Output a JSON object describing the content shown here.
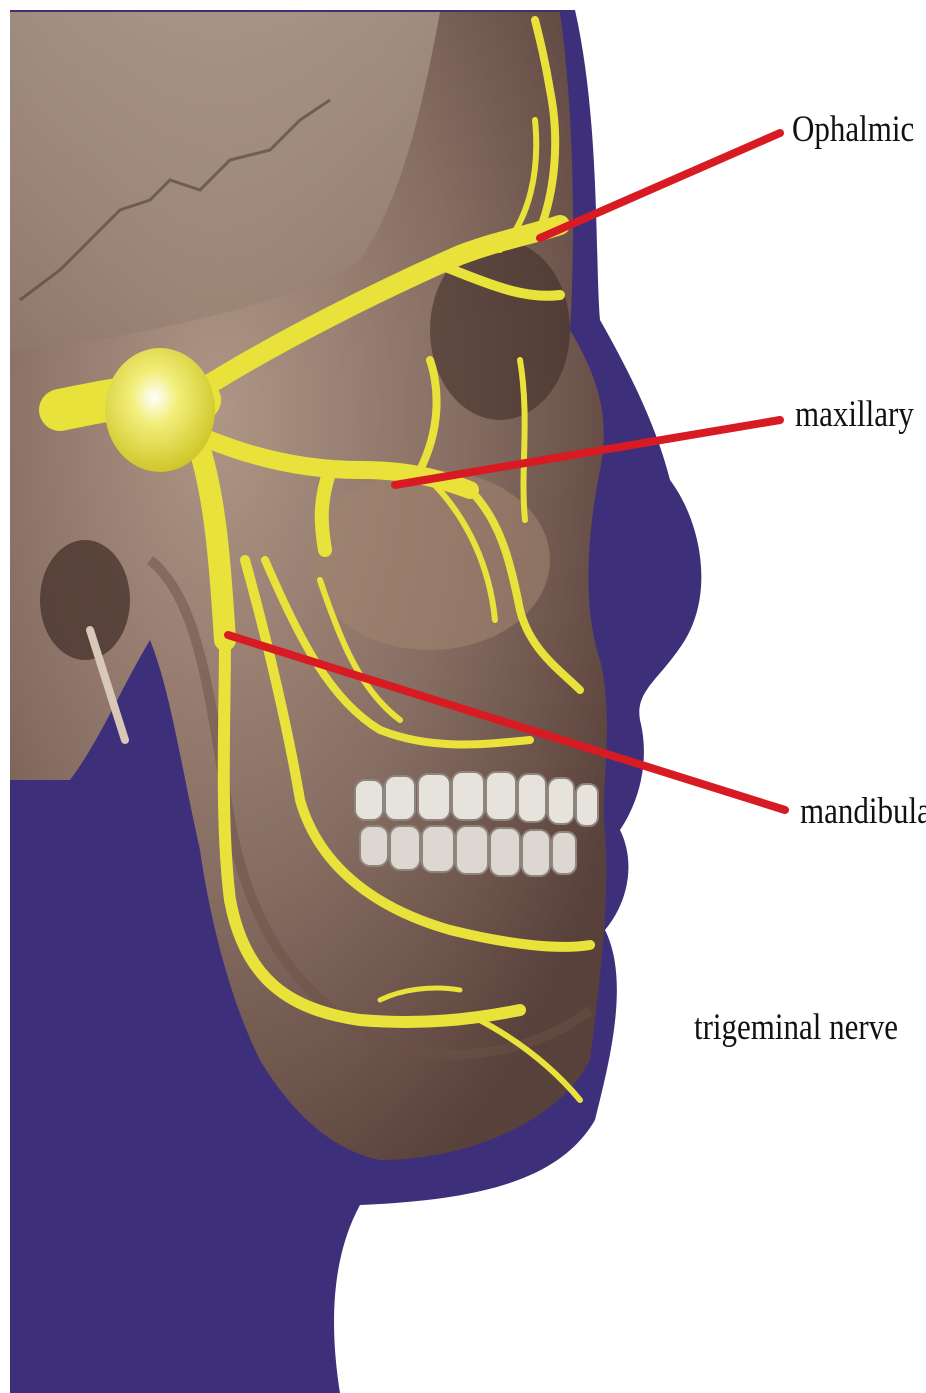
{
  "labels": {
    "ophthalmic": "Ophalmic",
    "maxillary": "maxillary",
    "mandibular": "mandibular",
    "caption": "trigeminal nerve"
  },
  "colors": {
    "background": "#ffffff",
    "head_silhouette": "#3d2f7a",
    "skull_bone": "#8a7060",
    "nerve": "#e8e23a",
    "ganglion": "#f2ee7a",
    "pointer_line": "#d81b23",
    "text": "#111111"
  }
}
